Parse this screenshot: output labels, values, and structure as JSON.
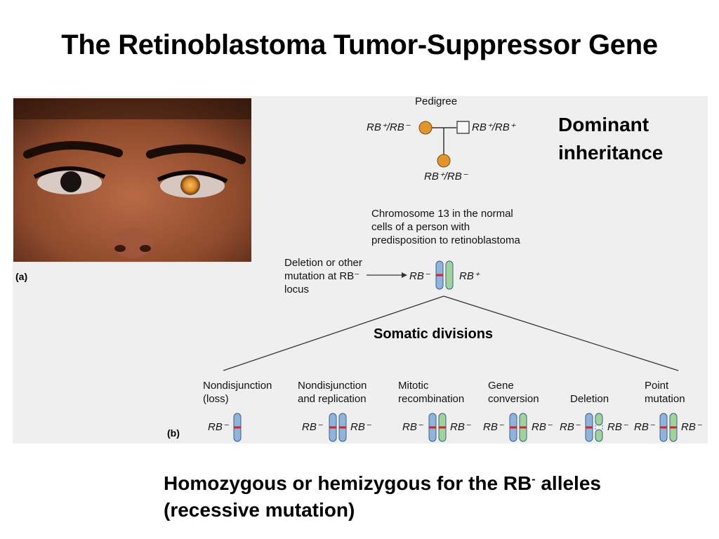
{
  "title": "The Retinoblastoma Tumor-Suppressor Gene",
  "panel_a_label": "(a)",
  "panel_b_label": "(b)",
  "pedigree": {
    "heading": "Pedigree",
    "mother_genotype": "RB⁺/RB⁻",
    "father_genotype": "RB⁺/RB⁺",
    "child_genotype": "RB⁺/RB⁻",
    "affected_color": "#e0962a"
  },
  "dominant_inheritance": {
    "line1": "Dominant",
    "line2": "inheritance"
  },
  "chromosome_note": {
    "line1": "Chromosome 13 in the normal",
    "line2": "cells of a person with",
    "line3": "predisposition to retinoblastoma"
  },
  "mutation_note": {
    "line1": "Deletion or other",
    "line2": "mutation at RB⁻",
    "line3": "locus"
  },
  "chromosome_pair": {
    "left": "RB⁻",
    "right": "RB⁺"
  },
  "somatic_divisions": "Somatic divisions",
  "mechanisms": [
    {
      "line1": "Nondisjunction",
      "line2": "(loss)",
      "left_label": "RB⁻",
      "right_label": ""
    },
    {
      "line1": "Nondisjunction",
      "line2": "and replication",
      "left_label": "RB⁻",
      "right_label": "RB⁻"
    },
    {
      "line1": "Mitotic",
      "line2": "recombination",
      "left_label": "RB⁻",
      "right_label": "RB⁻"
    },
    {
      "line1": "Gene",
      "line2": "conversion",
      "left_label": "RB⁻",
      "right_label": "RB⁻"
    },
    {
      "line1": "",
      "line2": "Deletion",
      "left_label": "RB⁻",
      "right_label": "RB⁻"
    },
    {
      "line1": "Point",
      "line2": "mutation",
      "left_label": "RB⁻",
      "right_label": "RB⁻"
    }
  ],
  "caption": {
    "line1_pre": "Homozygous or hemizygous for the RB",
    "line1_sup": "-",
    "line1_post": " alleles",
    "line2": "(recessive mutation)"
  },
  "colors": {
    "chromosome_blue": "#8fb3da",
    "chromosome_green": "#9fd39a",
    "mutation_red": "#d4242a"
  }
}
